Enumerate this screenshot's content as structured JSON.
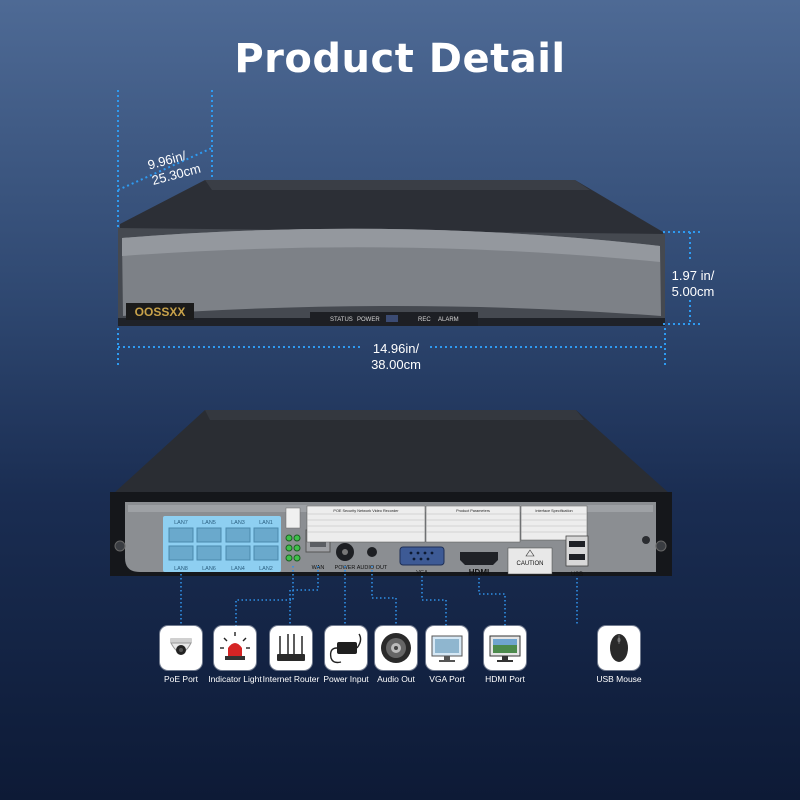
{
  "title": "Product Detail",
  "dimensions": {
    "depth": [
      "9.96in/",
      "25.30cm"
    ],
    "height": [
      "1.97 in/",
      "5.00cm"
    ],
    "width": [
      "14.96in/",
      "38.00cm"
    ]
  },
  "front_panel": {
    "brand": "OOSSXX",
    "indicators": [
      "STATUS",
      "POWER",
      "REC",
      "ALARM"
    ]
  },
  "rear_panel": {
    "lan_top": [
      "LAN7",
      "LAN5",
      "LAN3",
      "LAN1"
    ],
    "lan_bottom": [
      "LAN8",
      "LAN6",
      "LAN4",
      "LAN2"
    ],
    "wan": "WAN",
    "power": "POWER",
    "audio_out": "AUDIO OUT",
    "vga": "VGA",
    "hdmi": "HDMI",
    "caution": "CAUTION",
    "usb": "USB",
    "spec_titles": [
      "POE Security Network Video Recorder",
      "Product Parameters",
      "Interface Specification"
    ]
  },
  "ports": [
    {
      "label": "PoE Port",
      "icon": "dome-camera-icon"
    },
    {
      "label": "Indicator Light",
      "icon": "alarm-light-icon"
    },
    {
      "label": "Internet Router",
      "icon": "router-icon"
    },
    {
      "label": "Power Input",
      "icon": "power-adapter-icon"
    },
    {
      "label": "Audio Out",
      "icon": "speaker-icon"
    },
    {
      "label": "VGA Port",
      "icon": "vga-monitor-icon"
    },
    {
      "label": "HDMI Port",
      "icon": "hdmi-monitor-icon"
    },
    {
      "label": "USB Mouse",
      "icon": "mouse-icon"
    }
  ],
  "colors": {
    "dimension_line": "#2e9bf2",
    "callout_line": "#2f8fe6",
    "lan_highlight": "#8ecff1",
    "background_top": "#4e6a95",
    "background_bottom": "#0d1a36"
  }
}
